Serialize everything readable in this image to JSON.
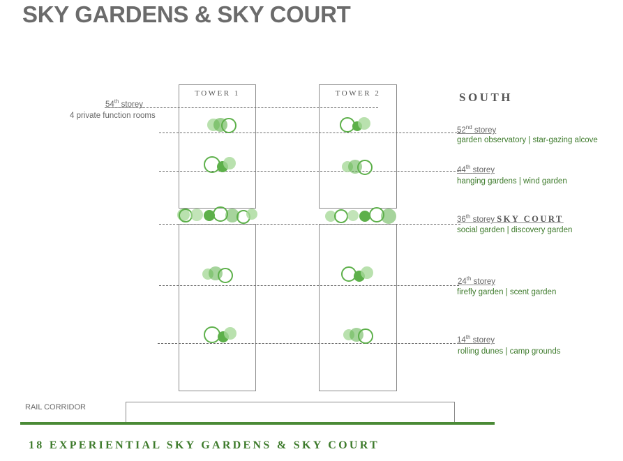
{
  "title": "SKY GARDENS & SKY COURT",
  "towers": [
    {
      "label": "TOWER 1"
    },
    {
      "label": "TOWER 2"
    }
  ],
  "orientation_label": "SOUTH",
  "top_note": {
    "storey": {
      "num": "54",
      "suffix": "th",
      "word": "storey"
    },
    "description": "4 private function rooms"
  },
  "levels": [
    {
      "num": "52",
      "suffix": "nd",
      "word": "storey",
      "extra": "",
      "gardens": "garden observatory | star-gazing alcove"
    },
    {
      "num": "44",
      "suffix": "th",
      "word": "storey",
      "extra": "",
      "gardens": "hanging gardens | wind garden"
    },
    {
      "num": "36",
      "suffix": "th",
      "word": "storey",
      "extra": "SKY COURT",
      "gardens": "social garden | discovery garden"
    },
    {
      "num": "24",
      "suffix": "th",
      "word": "storey",
      "extra": "",
      "gardens": "firefly garden | scent garden"
    },
    {
      "num": "14",
      "suffix": "th",
      "word": "storey",
      "extra": "",
      "gardens": "rolling dunes | camp grounds"
    }
  ],
  "rail_label": "RAIL CORRIDOR",
  "footer": "18 EXPERIENTIAL SKY GARDENS & SKY COURT",
  "colors": {
    "green_dark": "#3e7b2c",
    "green_mid": "#5db04a",
    "green_light": "#a8d99a",
    "outline": "#8a8a8a"
  }
}
